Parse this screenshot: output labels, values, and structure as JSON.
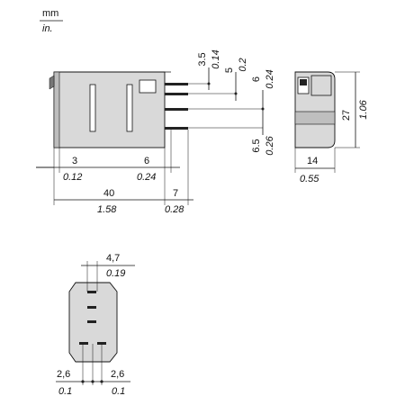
{
  "units": {
    "metric": "mm",
    "imperial": "in."
  },
  "side_view": {
    "pin_pitch_mm": "3.5",
    "pin_pitch_in": "0.14",
    "pin_thickness_mm": "5",
    "pin_thickness_in": "0.2",
    "pin_offset_mm": "6",
    "pin_offset_in": "0.24",
    "pin_row_mm": "6.5",
    "pin_row_in": "0.26",
    "left_offset_mm": "3",
    "left_offset_in": "0.12",
    "right_offset_mm": "6",
    "right_offset_in": "0.24",
    "length_mm": "40",
    "length_in": "1.58",
    "pin_length_mm": "7",
    "pin_length_in": "0.28"
  },
  "end_view": {
    "height_mm": "27",
    "height_in": "1.06",
    "width_mm": "14",
    "width_in": "0.55"
  },
  "bottom_view": {
    "pitch_mm": "4,7",
    "pitch_in": "0.19",
    "left_spacing_mm": "2,6",
    "left_spacing_in": "0.1",
    "right_spacing_mm": "2,6",
    "right_spacing_in": "0.1"
  }
}
